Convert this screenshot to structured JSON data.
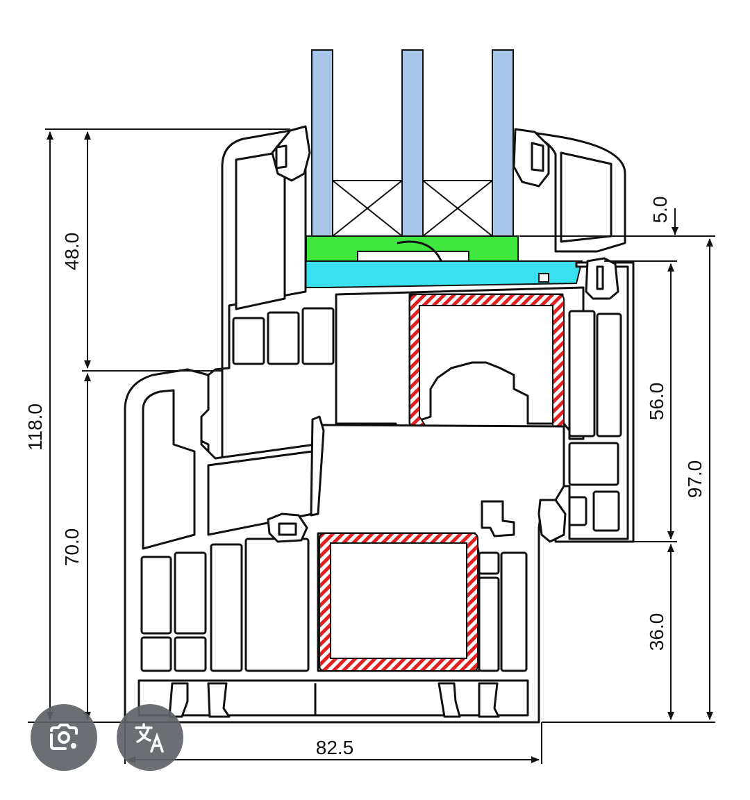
{
  "dimensions": {
    "total_height": "118.0",
    "sash_height": "48.0",
    "frame_height": "70.0",
    "glass_offset": "5.0",
    "sash_inner": "56.0",
    "rebate_height": "97.0",
    "frame_lower": "36.0",
    "frame_depth": "82.5"
  },
  "overlay": {
    "lens_icon": "camera-search-icon",
    "translate_icon": "translate-icon"
  },
  "colors": {
    "glass": "#a8c6ea",
    "seal_green": "#3ee63e",
    "spacer_cyan": "#39e0ee",
    "steel_red": "#e02020",
    "outline": "#111111"
  }
}
